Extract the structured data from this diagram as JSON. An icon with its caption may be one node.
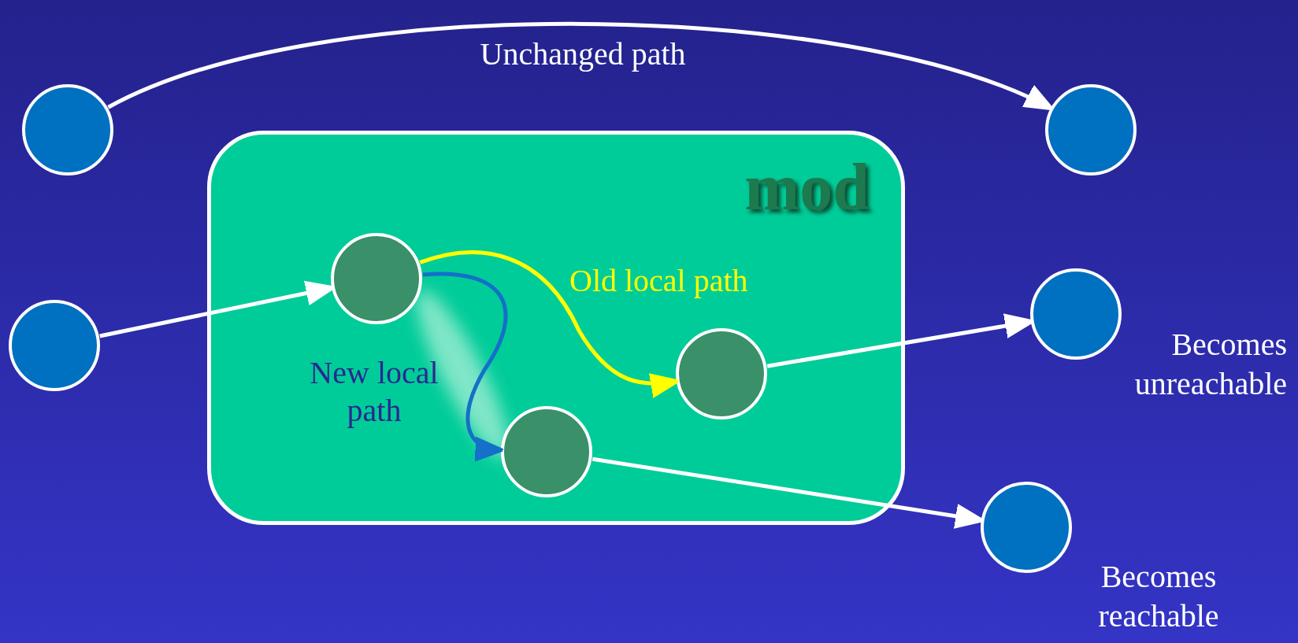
{
  "diagram": {
    "nodes": [
      {
        "text": [
          "mod"
        ]
      },
      {
        "text": [],
        "shape": "circle"
      },
      {
        "text": [],
        "shape": "circle"
      },
      {
        "text": [],
        "shape": "circle"
      },
      {
        "text": [],
        "shape": "circle",
        "in": 0
      },
      {
        "text": [],
        "shape": "circle",
        "in": 0
      },
      {
        "text": [],
        "shape": "circle",
        "in": 0
      },
      {
        "text": [],
        "shape": "circle",
        "beside": [
          "Becomes unreachable"
        ]
      },
      {
        "text": [],
        "shape": "circle",
        "beside": [
          "Becomes reachable"
        ]
      }
    ],
    "edges": [
      {
        "from": 1,
        "to": 2,
        "arrow": "to",
        "label": "Unchanged path"
      },
      {
        "from": 3,
        "to": 4,
        "arrow": "to"
      },
      {
        "from": 4,
        "to": 5,
        "arrow": "to",
        "label": "Old local path",
        "color": "#ffff00"
      },
      {
        "from": 4,
        "to": 6,
        "arrow": "to",
        "label": "New local path",
        "color": "#1470c8"
      },
      {
        "from": 5,
        "to": 7,
        "arrow": "to"
      },
      {
        "from": 6,
        "to": 8,
        "arrow": "to"
      }
    ]
  }
}
